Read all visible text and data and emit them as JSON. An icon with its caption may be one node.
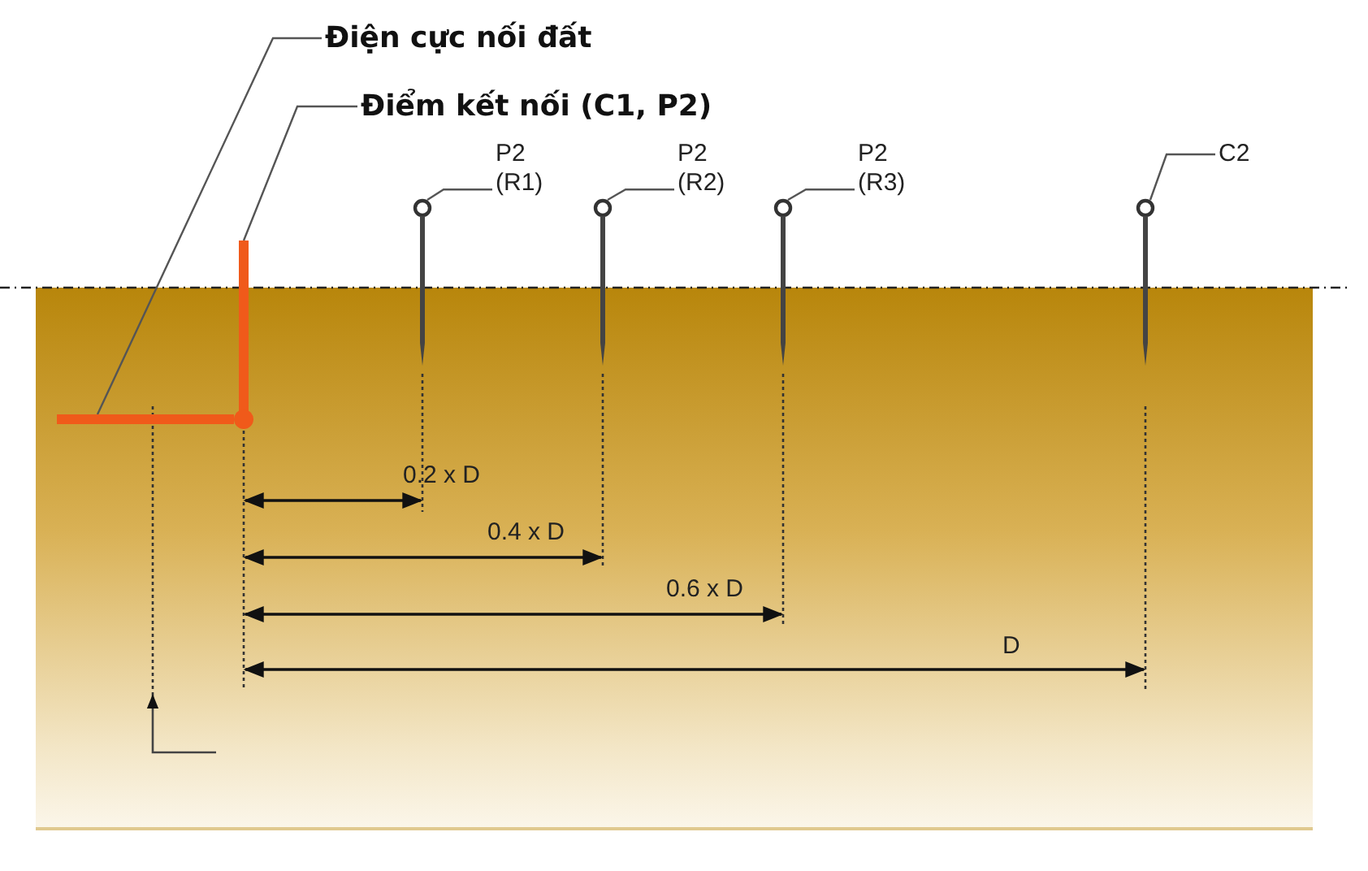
{
  "diagram": {
    "nodes": [
      {
        "text": [
          "Điện cực nối đất"
        ]
      },
      {
        "text": [],
        "shape": "bar"
      },
      {
        "text": [
          "Điểm kết nối (C1, P2)"
        ]
      },
      {
        "text": [],
        "shape": "bar"
      },
      {
        "text": [
          "P2 (R1)"
        ]
      },
      {
        "text": [],
        "shape": "pin"
      },
      {
        "text": [
          "P2 (R2)"
        ]
      },
      {
        "text": [],
        "shape": "pin"
      },
      {
        "text": [
          "P2 (R3)"
        ]
      },
      {
        "text": [],
        "shape": "pin"
      },
      {
        "text": [
          "C2"
        ]
      },
      {
        "text": [],
        "shape": "pin"
      }
    ],
    "edges": [
      {
        "from": 0,
        "to": 1,
        "arrow": "none"
      },
      {
        "from": 2,
        "to": 3,
        "arrow": "none"
      },
      {
        "from": 4,
        "to": 5,
        "arrow": "none"
      },
      {
        "from": 6,
        "to": 7,
        "arrow": "none"
      },
      {
        "from": 8,
        "to": 9,
        "arrow": "none"
      },
      {
        "from": 10,
        "to": 11,
        "arrow": "none"
      }
    ],
    "labels": [
      "0.2 x D",
      "0.4 x D",
      "0.6 x D",
      "D"
    ]
  }
}
